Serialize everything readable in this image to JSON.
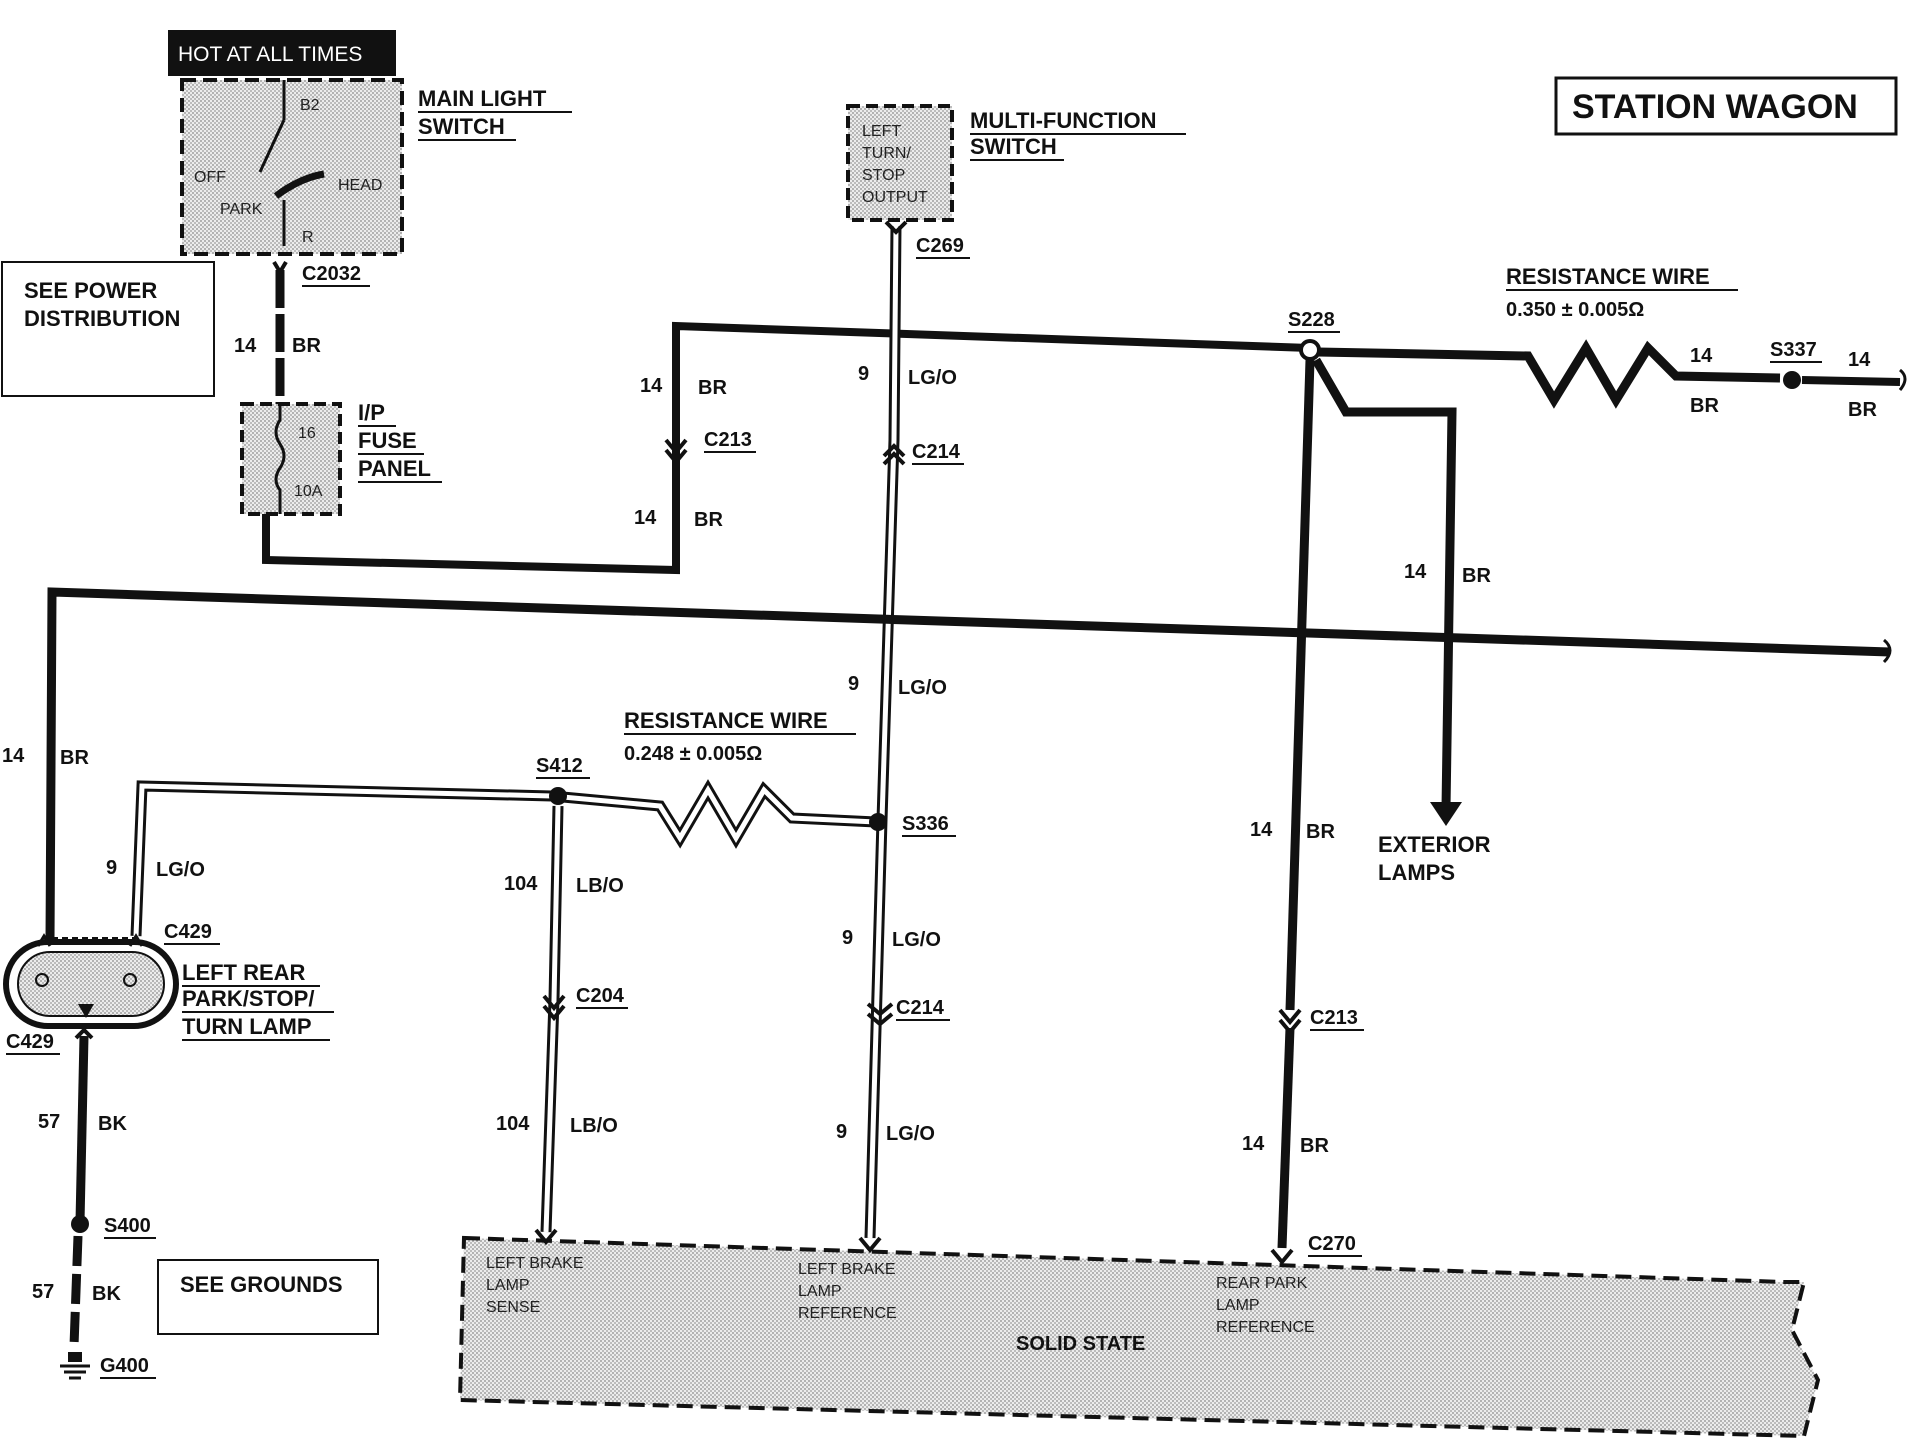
{
  "title": "STATION WAGON",
  "hot_label": "HOT AT ALL TIMES",
  "main_light_switch": {
    "name_line1": "MAIN LIGHT",
    "name_line2": "SWITCH",
    "b2": "B2",
    "off": "OFF",
    "park": "PARK",
    "head": "HEAD",
    "r": "R"
  },
  "see_power": {
    "line1": "SEE POWER",
    "line2": "DISTRIBUTION"
  },
  "see_grounds": "SEE GROUNDS",
  "fuse_panel": {
    "line1": "I/P",
    "line2": "FUSE",
    "line3": "PANEL",
    "fuse_no": "16",
    "rating": "10A"
  },
  "multi_function_switch": {
    "name_line1": "MULTI-FUNCTION",
    "name_line2": "SWITCH",
    "out_line1": "LEFT",
    "out_line2": "TURN/",
    "out_line3": "STOP",
    "out_line4": "OUTPUT"
  },
  "connectors": {
    "c2032": "C2032",
    "c269": "C269",
    "c213_top": "C213",
    "c214_top": "C214",
    "s228": "S228",
    "s337": "S337",
    "s412": "S412",
    "s336": "S336",
    "c429_top": "C429",
    "c429_bottom": "C429",
    "c204": "C204",
    "c214_bottom": "C214",
    "c213_bottom": "C213",
    "c270": "C270",
    "s400": "S400",
    "g400": "G400"
  },
  "resistance_wire_top": {
    "label": "RESISTANCE WIRE",
    "value": "0.350 ± 0.005Ω"
  },
  "resistance_wire_mid": {
    "label": "RESISTANCE WIRE",
    "value": "0.248 ± 0.005Ω"
  },
  "wire_labels": {
    "w14": "14",
    "br": "BR",
    "w9": "9",
    "lgo": "LG/O",
    "w104": "104",
    "lbo": "LB/O",
    "w57": "57",
    "bk": "BK"
  },
  "exterior_lamps": {
    "line1": "EXTERIOR",
    "line2": "LAMPS"
  },
  "lamp": {
    "line1": "LEFT REAR",
    "line2": "PARK/STOP/",
    "line3": "TURN LAMP"
  },
  "solid_state": {
    "name": "SOLID STATE",
    "sense_line1": "LEFT BRAKE",
    "sense_line2": "LAMP",
    "sense_line3": "SENSE",
    "ref_line1": "LEFT BRAKE",
    "ref_line2": "LAMP",
    "ref_line3": "REFERENCE",
    "rear_line1": "REAR PARK",
    "rear_line2": "LAMP",
    "rear_line3": "REFERENCE"
  },
  "colors": {
    "ink": "#111111",
    "dot_fill": "#c8c8c8",
    "paper": "#ffffff"
  }
}
